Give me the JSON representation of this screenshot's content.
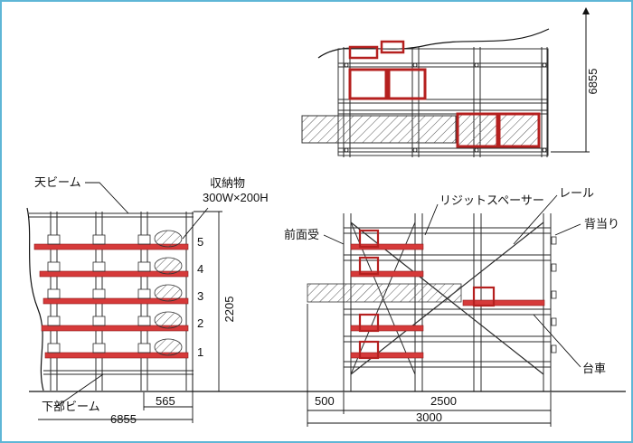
{
  "colors": {
    "frame_blue": "#5fb6d6",
    "beam_red": "#d63a3a",
    "cart_dark_red": "#b5201f",
    "line": "#2a2a2a",
    "hatch": "#555555"
  },
  "labels": {
    "top_beam": "天ビーム",
    "storage_item": "収納物",
    "storage_size": "300W×200H",
    "bottom_beam": "下部ビーム",
    "front_stop": "前面受",
    "rigid_spacer": "リジットスペーサー",
    "rail": "レール",
    "back_stop": "背当り",
    "cart": "台車"
  },
  "levels": [
    "5",
    "4",
    "3",
    "2",
    "1"
  ],
  "dimensions": {
    "top_view_height": "6855",
    "left_view_height": "2205",
    "left_view_width_depth": "565",
    "left_view_length": "6855",
    "right_front_depth": "500",
    "right_rail_length": "2500",
    "right_total_length": "3000"
  }
}
